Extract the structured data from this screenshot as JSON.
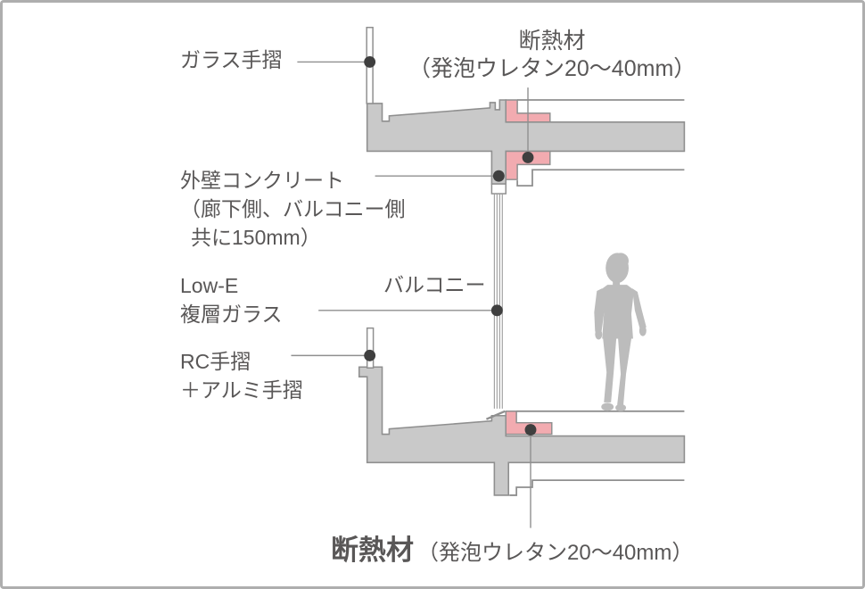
{
  "diagram": {
    "kind": "architectural cross-section of balcony / insulation detail",
    "labels": {
      "glass_handrail": "ガラス手摺",
      "insulation_top": {
        "title": "断熱材",
        "detail": "（発泡ウレタン20～40mm）"
      },
      "exterior_wall": {
        "line1": "外壁コンクリート",
        "line2": "（廊下側、バルコニー側",
        "line3": "共に150mm）"
      },
      "lowe_glass": {
        "line1": "Low-E",
        "line2": "複層ガラス"
      },
      "balcony": "バルコニー",
      "rc_handrail": {
        "line1": "RC手摺",
        "line2": "＋アルミ手摺"
      },
      "insulation_bottom": {
        "title": "断熱材",
        "detail": "（発泡ウレタン20～40mm）"
      }
    },
    "colors": {
      "background": "#ffffff",
      "frame_border": "#aeaeae",
      "concrete_fill": "#c9c9c9",
      "outline": "#8f8f8f",
      "insulation_pink": "#f2abb0",
      "silhouette_gray": "#bcbcbc",
      "text_gray": "#595757",
      "leader_dot": "#3f3f3f"
    }
  }
}
